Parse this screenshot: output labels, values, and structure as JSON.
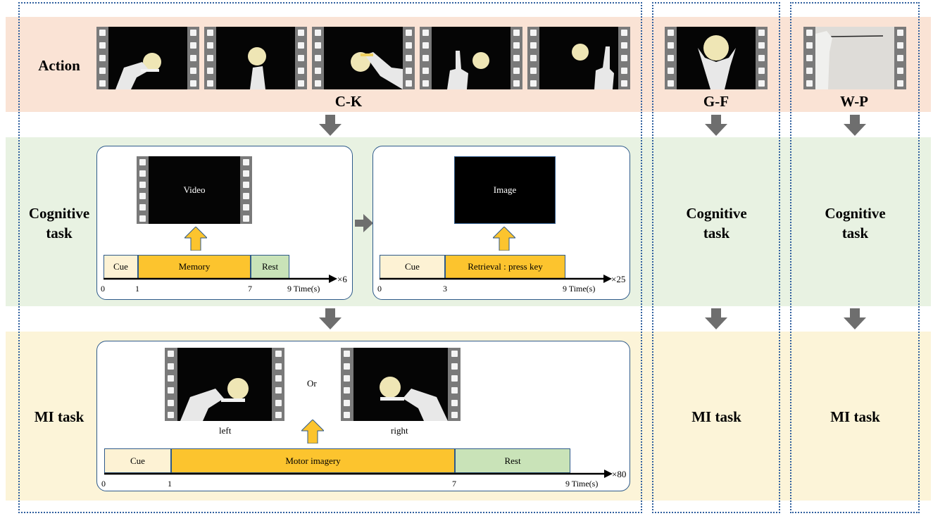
{
  "rows": {
    "action": "Action",
    "cognitive": "Cognitive\ntask",
    "mi": "MI task"
  },
  "columns": {
    "ck": "C-K",
    "gf": "G-F",
    "wp": "W-P"
  },
  "right_columns": {
    "cognitive": "Cognitive\ntask",
    "mi": "MI task"
  },
  "cog_memory": {
    "video_label": "Video",
    "segments": [
      "Cue",
      "Memory",
      "Rest"
    ],
    "ticks": [
      "0",
      "1",
      "7",
      "9 Time(s)"
    ],
    "repeat": "×6"
  },
  "cog_retrieval": {
    "image_label": "Image",
    "segments": [
      "Cue",
      "Retrieval : press key"
    ],
    "ticks": [
      "0",
      "3",
      "9 Time(s)"
    ],
    "repeat": "×25"
  },
  "mi": {
    "or_label": "Or",
    "left_label": "left",
    "right_label": "right",
    "segments": [
      "Cue",
      "Motor imagery",
      "Rest"
    ],
    "ticks": [
      "0",
      "1",
      "7",
      "9 Time(s)"
    ],
    "repeat": "×80"
  },
  "colors": {
    "action_band": "#fae3d5",
    "cognitive_band": "#e8f2e2",
    "mi_band": "#fcf4d8",
    "dotted_border": "#2f5f9e",
    "memory_segment": "#fcc42e",
    "rest_segment": "#c9e3b8",
    "cue_segment": "#fdf2d4",
    "arrow_gray": "#6e6e6e"
  },
  "icons": [
    "film-strip-icon",
    "down-arrow-icon",
    "right-arrow-icon",
    "up-arrow-icon",
    "timeline-arrow-icon"
  ]
}
